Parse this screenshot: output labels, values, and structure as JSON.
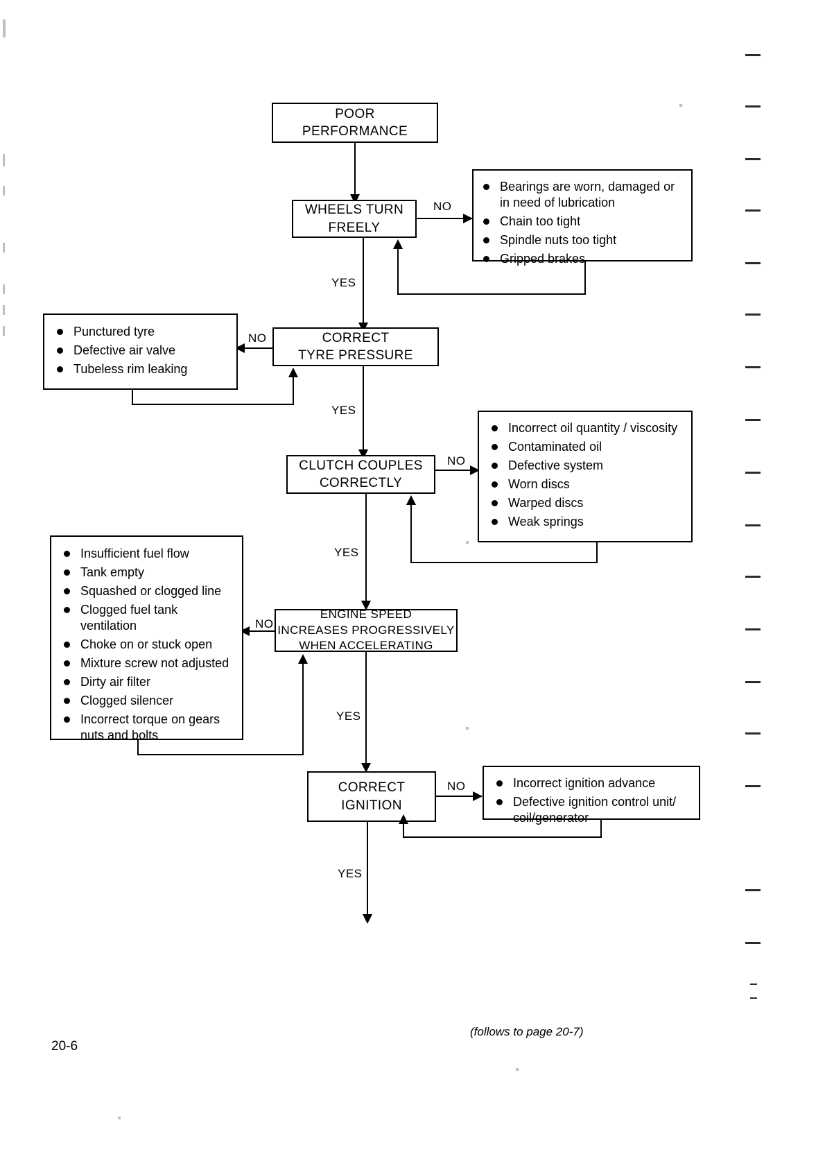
{
  "page": {
    "number": "20-6",
    "footnote": "(follows to page 20-7)"
  },
  "chart_data": {
    "type": "diagram",
    "title": "POOR PERFORMANCE",
    "diagram_kind": "troubleshooting-flowchart",
    "nodes": [
      {
        "id": "start",
        "label": "POOR\nPERFORMANCE",
        "kind": "terminator"
      },
      {
        "id": "wheels",
        "label": "WHEELS TURN\nFREELY",
        "kind": "decision"
      },
      {
        "id": "tyre",
        "label": "CORRECT\nTYRE PRESSURE",
        "kind": "decision"
      },
      {
        "id": "clutch",
        "label": "CLUTCH COUPLES\nCORRECTLY",
        "kind": "decision"
      },
      {
        "id": "engine",
        "label": "ENGINE SPEED\nINCREASES PROGRESSIVELY\nWHEN ACCELERATING",
        "kind": "decision"
      },
      {
        "id": "ignition",
        "label": "CORRECT\nIGNITION",
        "kind": "decision"
      }
    ],
    "edges": [
      {
        "from": "start",
        "to": "wheels",
        "label": ""
      },
      {
        "from": "wheels",
        "to": "wheels_causes",
        "label": "NO"
      },
      {
        "from": "wheels",
        "to": "tyre",
        "label": "YES"
      },
      {
        "from": "tyre",
        "to": "tyre_causes",
        "label": "NO"
      },
      {
        "from": "tyre",
        "to": "clutch",
        "label": "YES"
      },
      {
        "from": "clutch",
        "to": "clutch_causes",
        "label": "NO"
      },
      {
        "from": "clutch",
        "to": "engine",
        "label": "YES"
      },
      {
        "from": "engine",
        "to": "engine_causes",
        "label": "NO"
      },
      {
        "from": "engine",
        "to": "ignition",
        "label": "YES"
      },
      {
        "from": "ignition",
        "to": "ignition_causes",
        "label": "NO"
      },
      {
        "from": "ignition",
        "to": "next_page",
        "label": "YES"
      }
    ],
    "cause_lists": [
      {
        "id": "wheels_causes",
        "items": [
          "Bearings  are  worn,  damaged  or in need of lubrication",
          "Chain too tight",
          "Spindle nuts too tight",
          "Gripped brakes"
        ]
      },
      {
        "id": "tyre_causes",
        "items": [
          "Punctured tyre",
          "Defective air valve",
          "Tubeless rim leaking"
        ]
      },
      {
        "id": "clutch_causes",
        "items": [
          "Incorrect oil quantity / viscosity",
          "Contaminated oil",
          "Defective system",
          "Worn discs",
          "Warped discs",
          "Weak springs"
        ]
      },
      {
        "id": "engine_causes",
        "items": [
          "Insufficient fuel flow",
          "Tank empty",
          "Squashed or clogged line",
          "Clogged fuel tank ventilation",
          "Choke on or stuck open",
          "Mixture screw not adjusted",
          "Dirty air filter",
          "Clogged silencer",
          "Incorrect  torque  on  gears nuts and bolts"
        ]
      },
      {
        "id": "ignition_causes",
        "items": [
          "Incorrect ignition advance",
          "Defective  ignition  control  unit/ coil/generator"
        ]
      }
    ]
  },
  "nodes": {
    "start": {
      "label": "POOR\nPERFORMANCE"
    },
    "wheels": {
      "label": "WHEELS TURN\nFREELY"
    },
    "tyre": {
      "label": "CORRECT\nTYRE PRESSURE"
    },
    "clutch": {
      "label": "CLUTCH COUPLES\nCORRECTLY"
    },
    "engine": {
      "label": "ENGINE SPEED\nINCREASES PROGRESSIVELY\nWHEN ACCELERATING"
    },
    "ignition": {
      "label": "CORRECT\nIGNITION"
    }
  },
  "lists": {
    "wheels_causes": [
      {
        "text": "Bearings  are  worn,  damaged  or\nin need of lubrication"
      },
      {
        "text": "Chain too tight"
      },
      {
        "text": "Spindle nuts too tight"
      },
      {
        "text": "Gripped brakes"
      }
    ],
    "tyre_causes": [
      {
        "text": "Punctured tyre"
      },
      {
        "text": "Defective air valve"
      },
      {
        "text": "Tubeless rim leaking"
      }
    ],
    "clutch_causes": [
      {
        "text": "Incorrect oil quantity / viscosity"
      },
      {
        "text": "Contaminated oil"
      },
      {
        "text": "Defective system"
      },
      {
        "text": "Worn discs"
      },
      {
        "text": "Warped discs"
      },
      {
        "text": "Weak springs"
      }
    ],
    "engine_causes": [
      {
        "text": "Insufficient fuel flow"
      },
      {
        "text": "Tank empty"
      },
      {
        "text": "Squashed or clogged line"
      },
      {
        "text": "Clogged fuel tank ventilation"
      },
      {
        "text": "Choke on or stuck open"
      },
      {
        "text": "Mixture screw not adjusted"
      },
      {
        "text": "Dirty air filter"
      },
      {
        "text": "Clogged silencer"
      },
      {
        "text": "Incorrect  torque  on  gears\nnuts and bolts"
      }
    ],
    "ignition_causes": [
      {
        "text": "Incorrect ignition advance"
      },
      {
        "text": "Defective  ignition  control  unit/\ncoil/generator"
      }
    ]
  },
  "labels": {
    "no_wheels": "NO",
    "yes_wheels": "YES",
    "no_tyre": "NO",
    "yes_tyre": "YES",
    "no_clutch": "NO",
    "yes_clutch": "YES",
    "no_engine": "NO",
    "yes_engine": "YES",
    "no_ignition": "NO",
    "yes_ignition": "YES"
  }
}
